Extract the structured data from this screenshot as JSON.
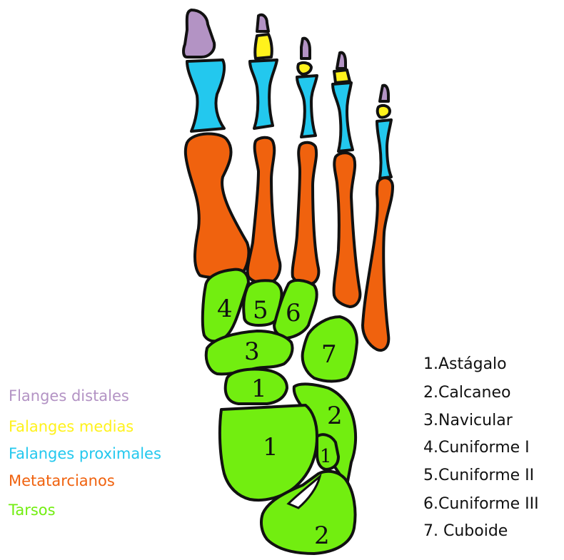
{
  "colors": {
    "distal": "#b393c4",
    "medial": "#fff21c",
    "proximal": "#23c8ee",
    "metatarsal": "#f0620e",
    "tarsal": "#72ee10",
    "outline": "#111111"
  },
  "legend": [
    {
      "label": "Flanges distales",
      "color": "#b393c4"
    },
    {
      "label": "Falanges medias",
      "color": "#fff21c"
    },
    {
      "label": "Falanges proximales",
      "color": "#23c8ee"
    },
    {
      "label": "Metatarcianos",
      "color": "#f0620e"
    },
    {
      "label": "Tarsos",
      "color": "#72ee10"
    }
  ],
  "key": [
    "1.Astágalo",
    "2.Calcaneo",
    "3.Navicular",
    "4.Cuniforme I",
    "5.Cuniforme II",
    "6.Cuniforme III",
    "7. Cuboide"
  ],
  "bone_numbers": [
    "4",
    "5",
    "6",
    "3",
    "7",
    "1",
    "2",
    "1",
    "1",
    "2"
  ]
}
